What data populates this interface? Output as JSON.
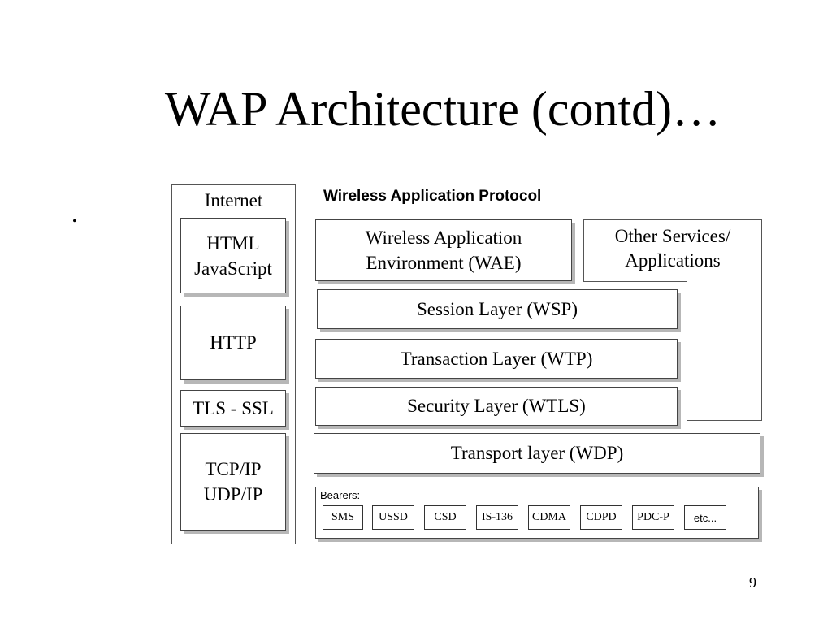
{
  "slide": {
    "title": "WAP Architecture (contd)…",
    "bullet": ".",
    "page_number": "9"
  },
  "diagram": {
    "internet": {
      "label": "Internet",
      "layers": [
        {
          "lines": [
            "HTML",
            "JavaScript"
          ]
        },
        {
          "lines": [
            "HTTP"
          ]
        },
        {
          "lines": [
            "TLS - SSL"
          ]
        },
        {
          "lines": [
            "TCP/IP",
            "UDP/IP"
          ]
        }
      ]
    },
    "wap": {
      "title": "Wireless Application Protocol",
      "wae": [
        "Wireless Application",
        "Environment (WAE)"
      ],
      "other_services": [
        "Other Services/",
        "Applications"
      ],
      "session": "Session Layer (WSP)",
      "transaction": "Transaction Layer (WTP)",
      "security": "Security Layer (WTLS)",
      "transport": "Transport layer (WDP)",
      "bearers_label": "Bearers:",
      "bearers": [
        "SMS",
        "USSD",
        "CSD",
        "IS-136",
        "CDMA",
        "CDPD",
        "PDC-P",
        "etc..."
      ]
    }
  }
}
